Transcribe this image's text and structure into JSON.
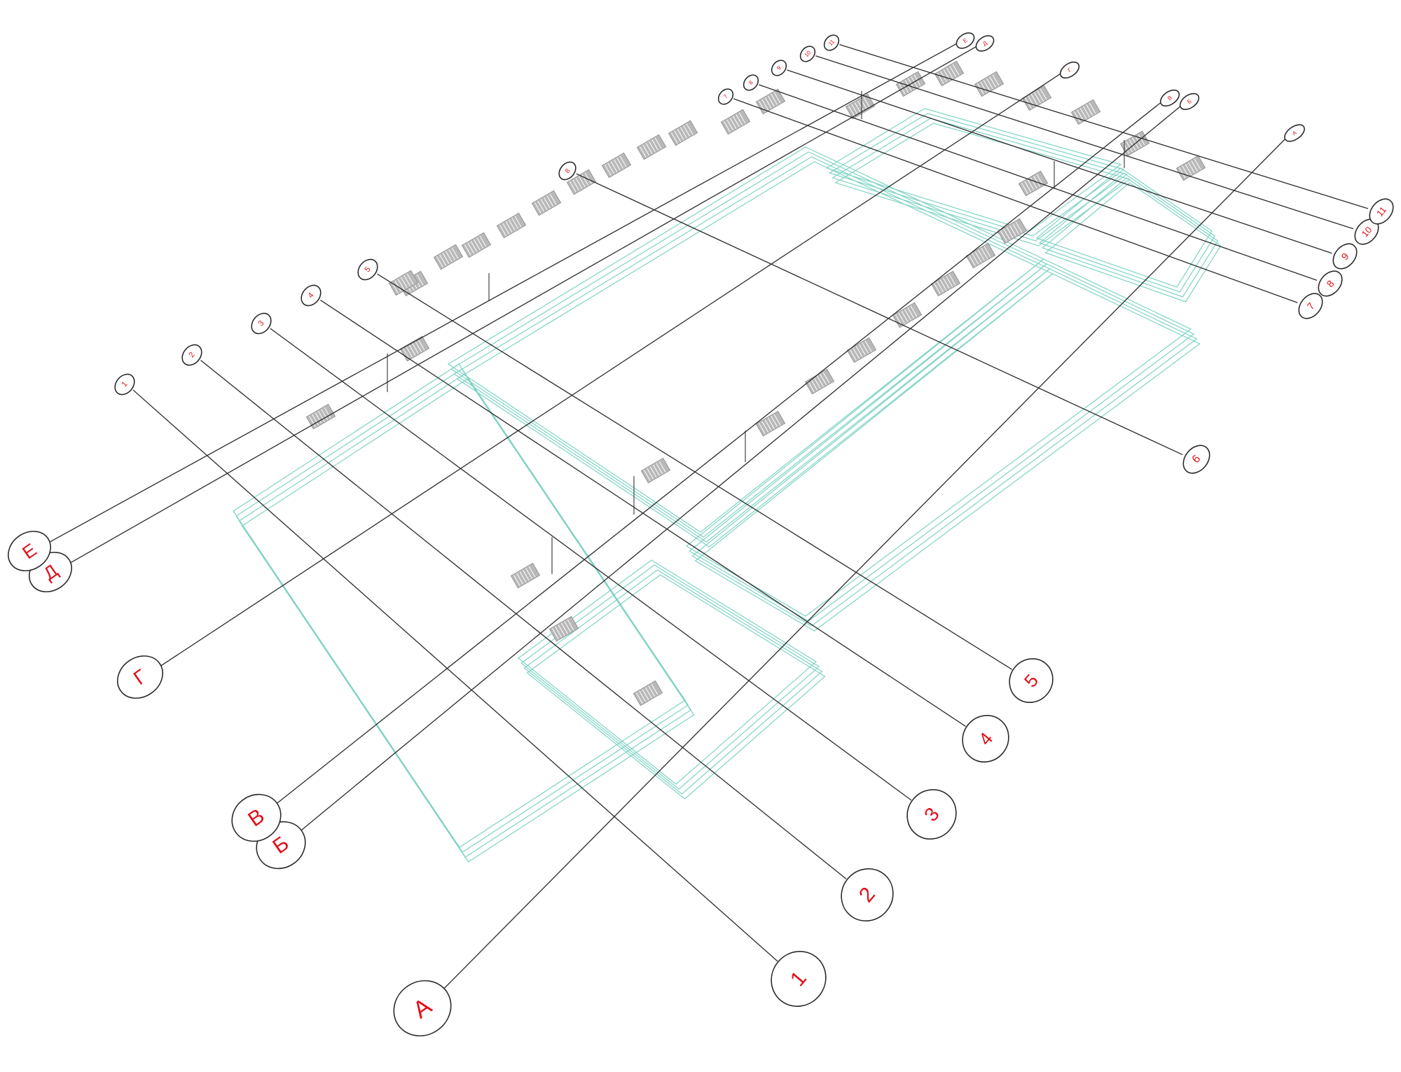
{
  "colors": {
    "label": "#e0101a",
    "line": "#2b2b2b",
    "walls": "#7fd3c4",
    "radiator": "#b9b9b9"
  },
  "axes": {
    "letters": [
      "А",
      "Б",
      "В",
      "Г",
      "Д",
      "Е"
    ],
    "numbers": [
      "1",
      "2",
      "3",
      "4",
      "5",
      "6",
      "7",
      "8",
      "9",
      "10",
      "11"
    ],
    "far_numbers": [
      "1",
      "2",
      "3",
      "4",
      "5",
      "8",
      "7",
      "8",
      "9",
      "10",
      "11"
    ],
    "far_letters": [
      "А",
      "Б",
      "В",
      "Г",
      "Д",
      "Е"
    ]
  }
}
